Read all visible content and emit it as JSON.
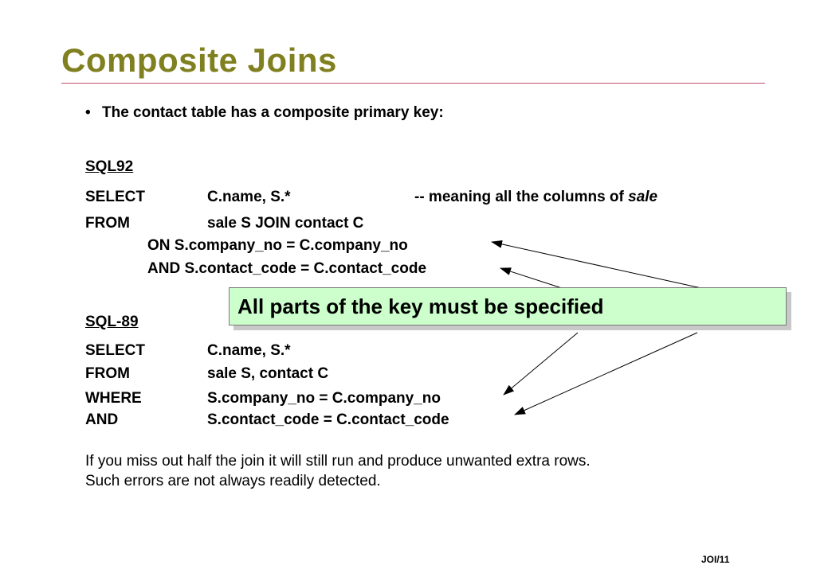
{
  "title": "Composite Joins",
  "bullet_text": "The contact table has a composite primary key:",
  "sql92": {
    "heading": "SQL92",
    "select_kw": "SELECT",
    "select_cols": "C.name, S.*",
    "comment_prefix": "-- meaning all the columns of ",
    "comment_italic": "sale",
    "from_kw": "FROM",
    "from_clause": "sale S JOIN contact C",
    "on_line": "ON S.company_no = C.company_no",
    "and_line": "AND S.contact_code = C.contact_code"
  },
  "sql89": {
    "heading": "SQL-89",
    "select_kw": "SELECT",
    "select_cols": "C.name, S.*",
    "from_kw": "FROM",
    "from_clause": "sale S, contact C",
    "where_kw": "WHERE",
    "where_clause": "S.company_no = C.company_no",
    "and_kw": "AND",
    "and_clause": "S.contact_code = C.contact_code"
  },
  "callout": "All parts of the key must be specified",
  "note_line1": "If you miss out half the join it will still run and produce unwanted extra rows.",
  "note_line2": "Such errors are not always readily detected.",
  "footer": "JOI/11"
}
